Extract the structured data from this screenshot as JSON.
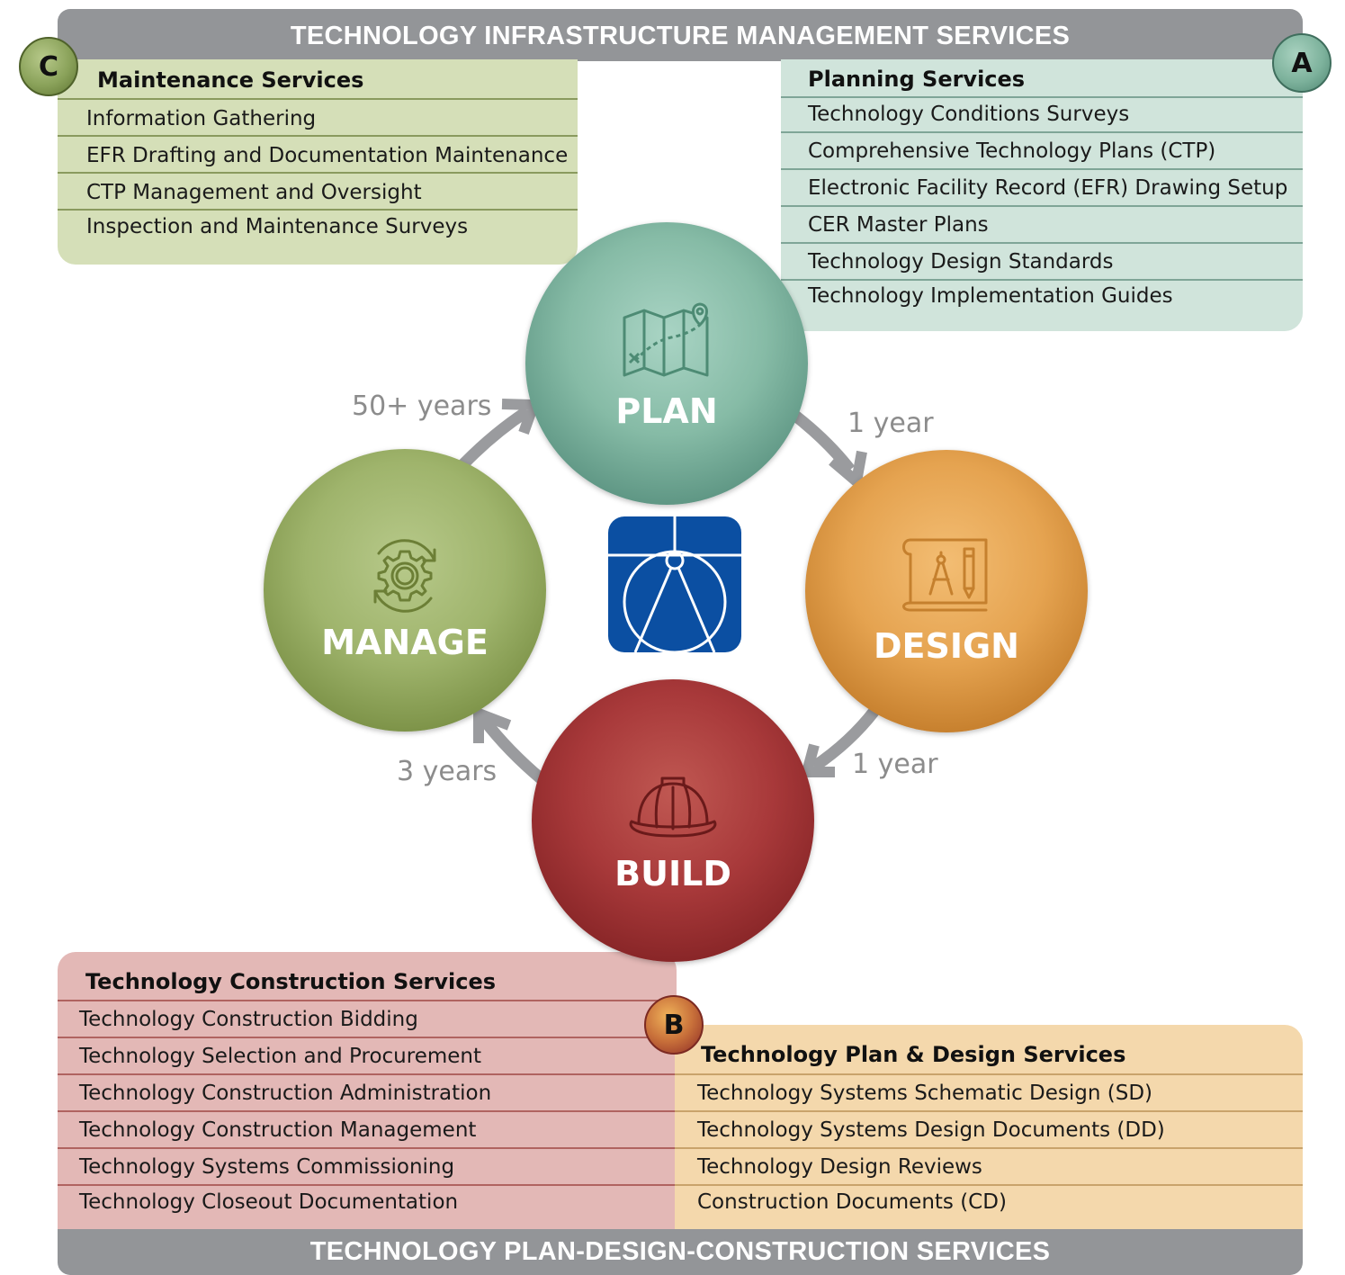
{
  "header": {
    "title": "TECHNOLOGY INFRASTRUCTURE MANAGEMENT SERVICES"
  },
  "footer": {
    "title": "TECHNOLOGY PLAN-DESIGN-CONSTRUCTION SERVICES"
  },
  "maintenance": {
    "badge": "C",
    "title": "Maintenance Services",
    "items": [
      "Information Gathering",
      "EFR Drafting and Documentation Maintenance",
      "CTP Management and Oversight",
      "Inspection and Maintenance Surveys"
    ]
  },
  "planning": {
    "badge": "A",
    "title": "Planning Services",
    "items": [
      "Technology Conditions Surveys",
      "Comprehensive Technology Plans (CTP)",
      "Electronic Facility Record (EFR) Drawing Setup",
      "CER Master Plans",
      "Technology Design Standards",
      "Technology Implementation Guides"
    ]
  },
  "construction": {
    "title": "Technology Construction Services",
    "items": [
      "Technology Construction Bidding",
      "Technology Selection and Procurement",
      "Technology Construction Administration",
      "Technology Construction Management",
      "Technology Systems Commissioning",
      "Technology Closeout Documentation"
    ]
  },
  "plan_design": {
    "badge": "B",
    "title": "Technology Plan & Design Services",
    "items": [
      "Technology Systems Schematic Design (SD)",
      "Technology Systems Design Documents (DD)",
      "Technology Design Reviews",
      "Construction Documents (CD)"
    ]
  },
  "cycle": {
    "plan": "PLAN",
    "design": "DESIGN",
    "build": "BUILD",
    "manage": "MANAGE",
    "plan_to_design": "1 year",
    "design_to_build": "1 year",
    "build_to_manage": "3 years",
    "manage_to_plan": "50+ years"
  },
  "colors": {
    "banner": "#939598",
    "plan": "#86bba6",
    "design": "#e5a350",
    "build": "#a8393a",
    "manage": "#9fb46c",
    "logo": "#0b4fa2",
    "arrow": "#9a9b9e"
  },
  "icons": {
    "plan": "map-icon",
    "design": "blueprint-compass-icon",
    "build": "hard-hat-icon",
    "manage": "gear-cycle-icon",
    "logo": "compass-logo-icon"
  }
}
